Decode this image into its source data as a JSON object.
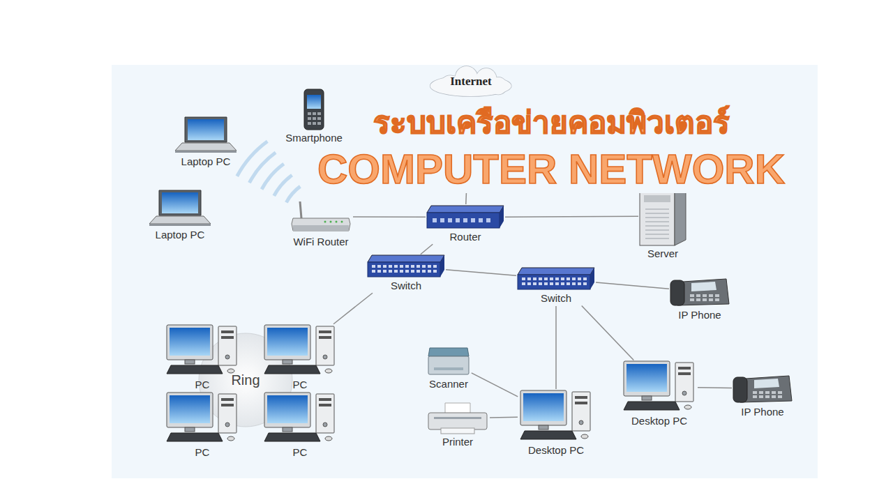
{
  "diagram": {
    "title": "ระบบเครือข่ายคอมพิวเตอร์",
    "nodes": [
      {
        "text": [
          "Internet"
        ]
      },
      {
        "text": [
          "Smartphone"
        ]
      },
      {
        "text": [
          "Laptop PC"
        ]
      },
      {
        "text": [
          "Laptop PC"
        ]
      },
      {
        "text": [
          "WiFi Router"
        ]
      },
      {
        "text": [
          "Router"
        ]
      },
      {
        "text": [
          "Server"
        ]
      },
      {
        "text": [
          "Switch"
        ]
      },
      {
        "text": [
          "Switch"
        ]
      },
      {
        "text": [
          "IP Phone"
        ]
      },
      {
        "text": [
          "Ring"
        ]
      },
      {
        "text": [
          "PC"
        ]
      },
      {
        "text": [
          "PC"
        ]
      },
      {
        "text": [
          "PC"
        ]
      },
      {
        "text": [
          "PC"
        ]
      },
      {
        "text": [
          "Scanner"
        ]
      },
      {
        "text": [
          "Printer"
        ]
      },
      {
        "text": [
          "Desktop PC"
        ]
      },
      {
        "text": [
          "Desktop PC"
        ]
      },
      {
        "text": [
          "IP Phone"
        ]
      }
    ],
    "edges": [
      {
        "from": 0,
        "to": 5,
        "arrow": "none"
      },
      {
        "from": 4,
        "to": 5,
        "arrow": "none"
      },
      {
        "from": 5,
        "to": 6,
        "arrow": "none"
      },
      {
        "from": 5,
        "to": 7,
        "arrow": "none"
      },
      {
        "from": 7,
        "to": 8,
        "arrow": "none"
      },
      {
        "from": 8,
        "to": 9,
        "arrow": "none"
      },
      {
        "from": 7,
        "to": 12,
        "arrow": "none"
      },
      {
        "from": 8,
        "to": 17,
        "arrow": "none"
      },
      {
        "from": 8,
        "to": 18,
        "arrow": "none"
      },
      {
        "from": 18,
        "to": 19,
        "arrow": "none"
      },
      {
        "from": 15,
        "to": 17,
        "arrow": "none"
      },
      {
        "from": 16,
        "to": 17,
        "arrow": "none"
      }
    ],
    "labels": [
      "COMPUTER NETWORK"
    ]
  }
}
